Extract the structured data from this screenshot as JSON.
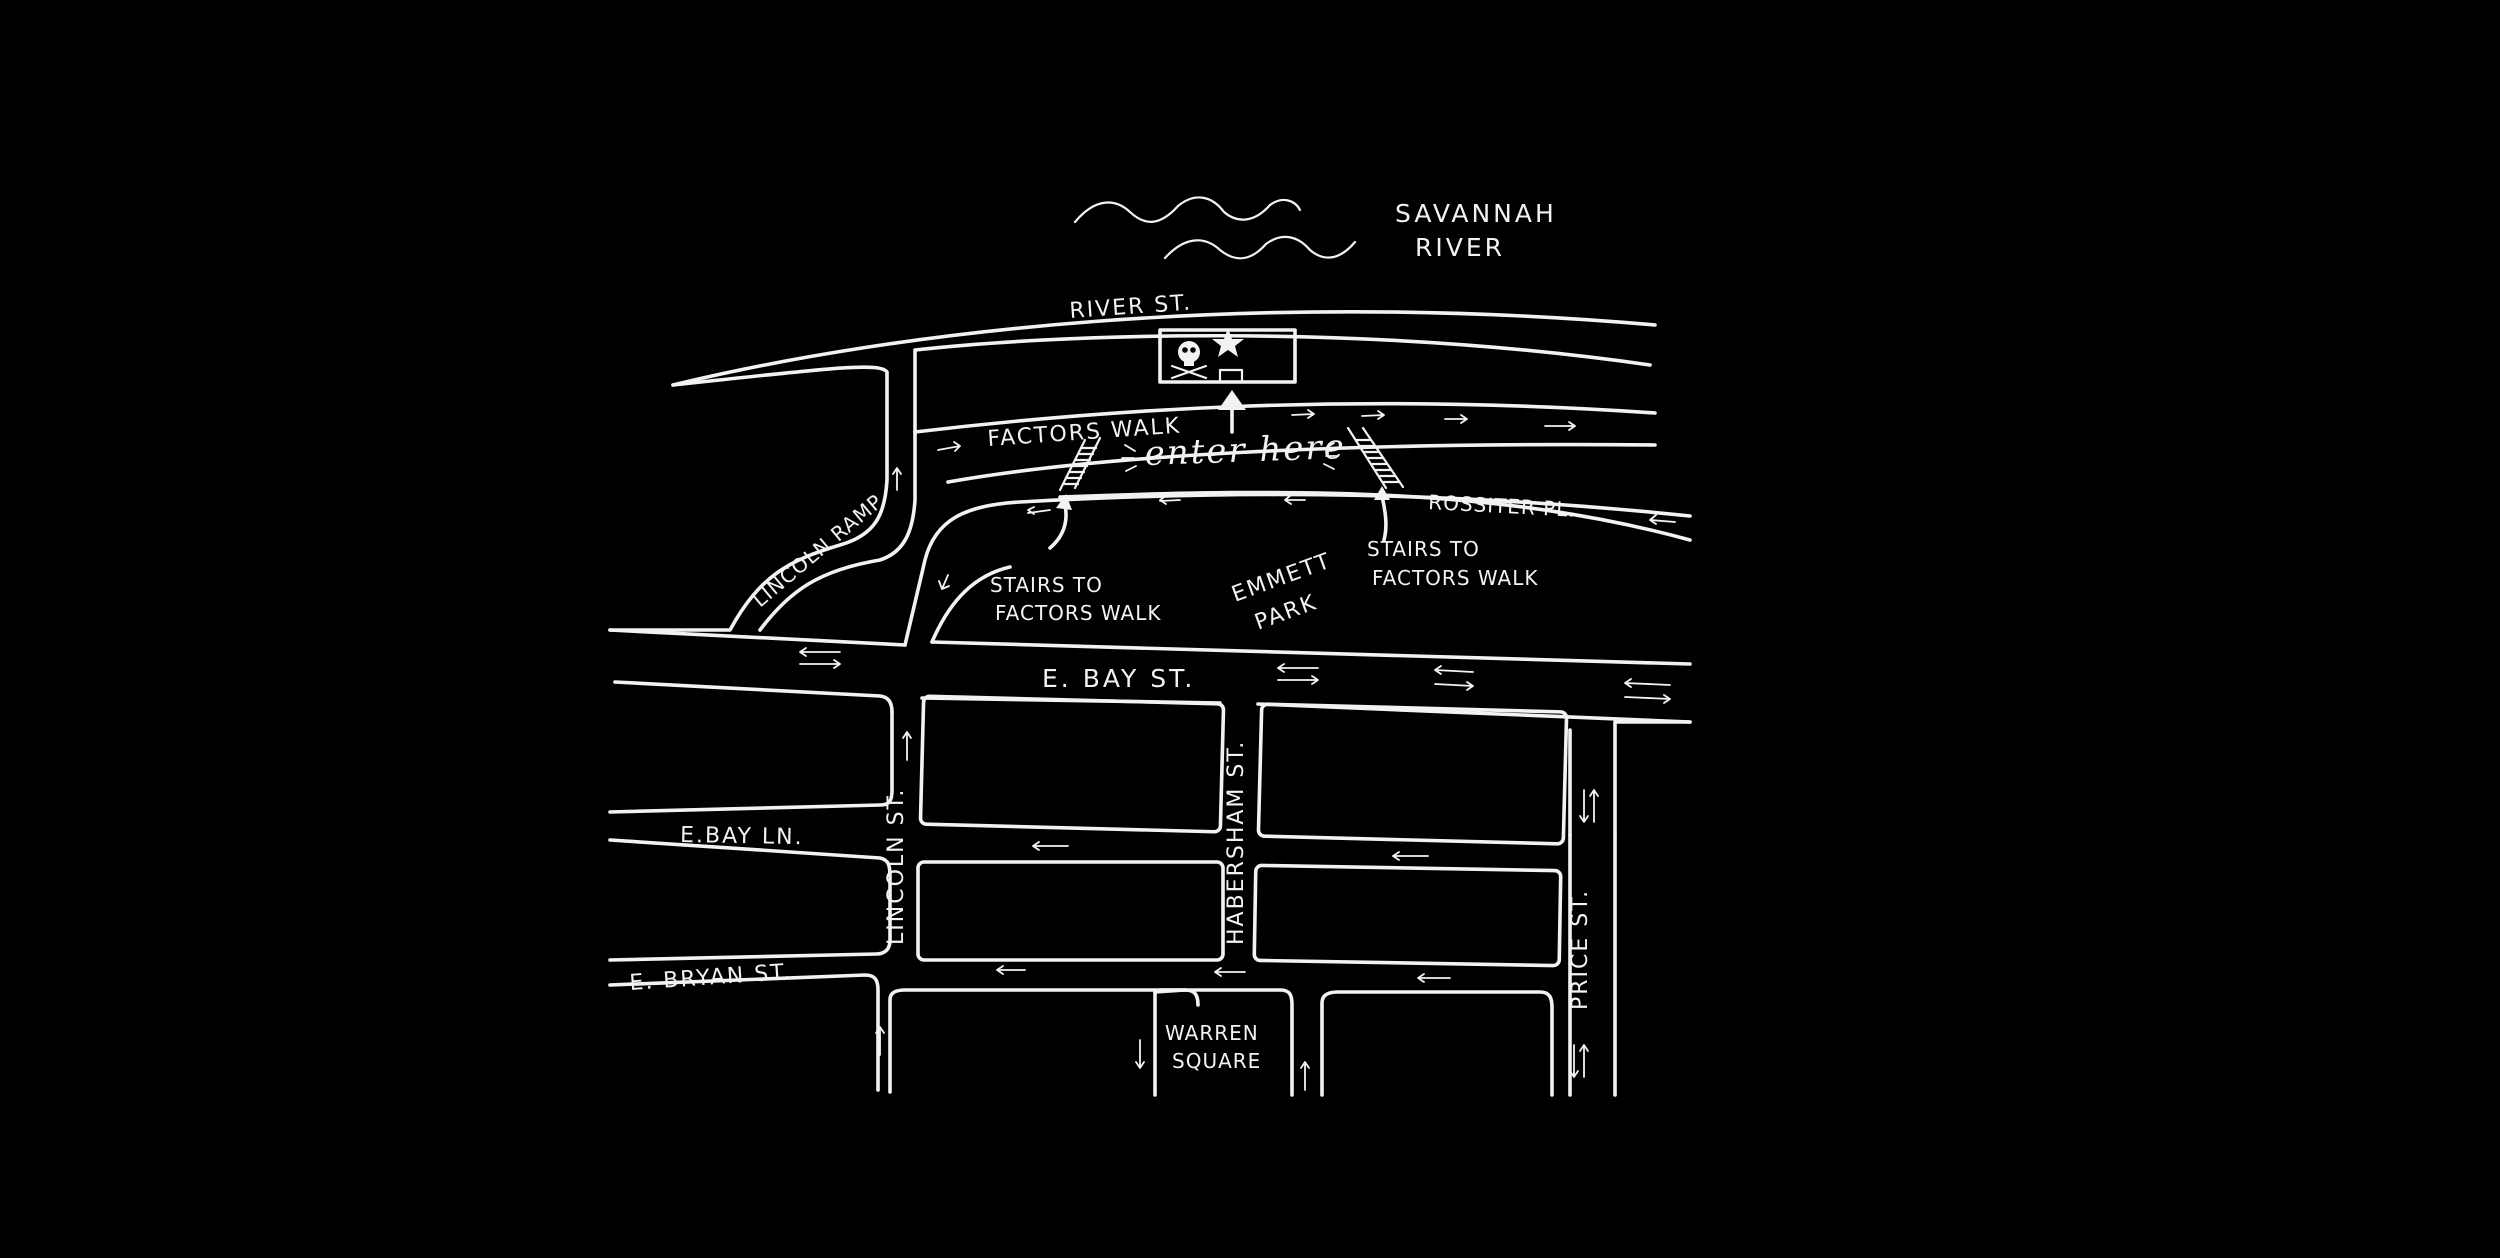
{
  "map": {
    "water_label": [
      "SAVANNAH",
      "RIVER"
    ],
    "streets": {
      "river_st": "RIVER ST.",
      "factors_walk": "FACTORS WALK",
      "rossiter_pl": "ROSSITER PL.",
      "lincoln_ramp": "LINCOLN RAMP",
      "e_bay_st": "E. BAY ST.",
      "e_bay_ln": "E.BAY LN.",
      "e_bryan_st": "E. BRYAN ST.",
      "lincoln_st": "LINCOLN ST.",
      "habersham_st": "HABERSHAM ST.",
      "price_st": "PRICE ST."
    },
    "places": {
      "emmett_park": [
        "EMMETT",
        "PARK"
      ],
      "warren_square": [
        "WARREN",
        "SQUARE"
      ]
    },
    "annotations": {
      "stairs_left": [
        "STAIRS TO",
        "FACTORS WALK"
      ],
      "stairs_right": [
        "STAIRS TO",
        "FACTORS WALK"
      ],
      "enter_here": "enter here"
    },
    "destination_icons": [
      "skull-crossbones-icon",
      "star-icon",
      "door-icon"
    ],
    "colors": {
      "background": "#000000",
      "ink": "#f2f2f2"
    }
  }
}
